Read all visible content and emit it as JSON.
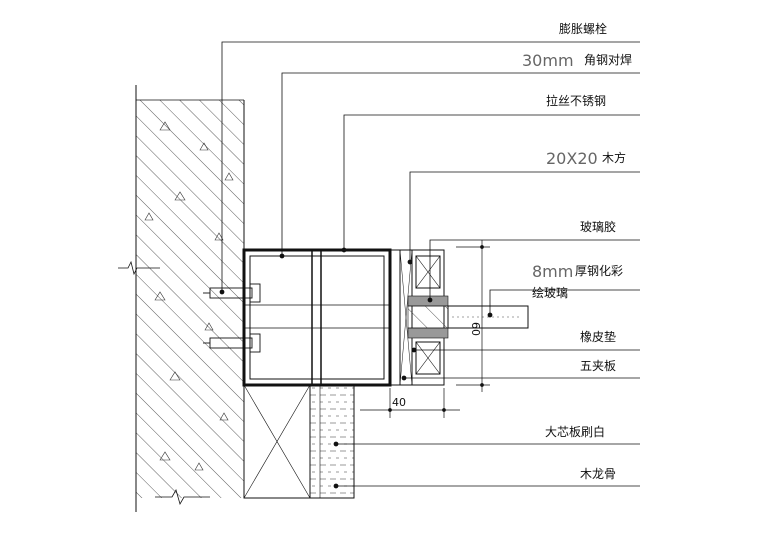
{
  "labels": {
    "expansion_bolt": "膨胀螺栓",
    "angle_steel_prefix": "30mm",
    "angle_steel_text": "角钢对焊",
    "brushed_steel": "拉丝不锈钢",
    "wood_square_prefix": "20X20",
    "wood_square_text": "木方",
    "glass_glue": "玻璃胶",
    "glass_prefix": "8mm",
    "glass_text_line1": "厚钢化彩",
    "glass_text_line2": "绘玻璃",
    "rubber_pad": "橡皮垫",
    "plywood": "五夹板",
    "blockboard": "大芯板刷白",
    "wood_keel": "木龙骨"
  },
  "dimensions": {
    "width_40": "40",
    "height_60": "60"
  },
  "colors": {
    "line": "#111111",
    "gray_text": "#666666",
    "hatch": "#333333"
  }
}
